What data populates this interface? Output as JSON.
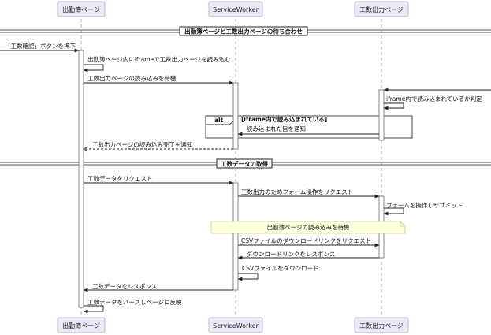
{
  "participants": [
    "出勤簿ページ",
    "ServiceWorker",
    "工数出力ページ"
  ],
  "dividers": [
    "出勤簿ページと工数出力ページの待ち合わせ",
    "工数データの取得"
  ],
  "messages": [
    "「工数確認」ボタンを押下",
    "出勤簿ページ内にiframeで工数出力ページを読み込む",
    "工数出力ページの読み込みを待機",
    "iframe内で読み込まれているか判定",
    "読み込まれた旨を通知",
    "工数出力ページの読み込み完了を通知",
    "工数データをリクエスト",
    "工数出力のためフォーム操作をリクエスト",
    "フォームを操作しサブミット",
    "CSVファイルのダウンロードリンクをリクエスト",
    "ダウンロードリンクをレスポンス",
    "CSVファイルをダウンロード",
    "工数データをレスポンス",
    "工数データをパースしページに反映"
  ],
  "alt": {
    "keyword": "alt",
    "condition": "[iframe内で読み込まれている]"
  },
  "note": "出勤簿ページの読み込みを待機"
}
